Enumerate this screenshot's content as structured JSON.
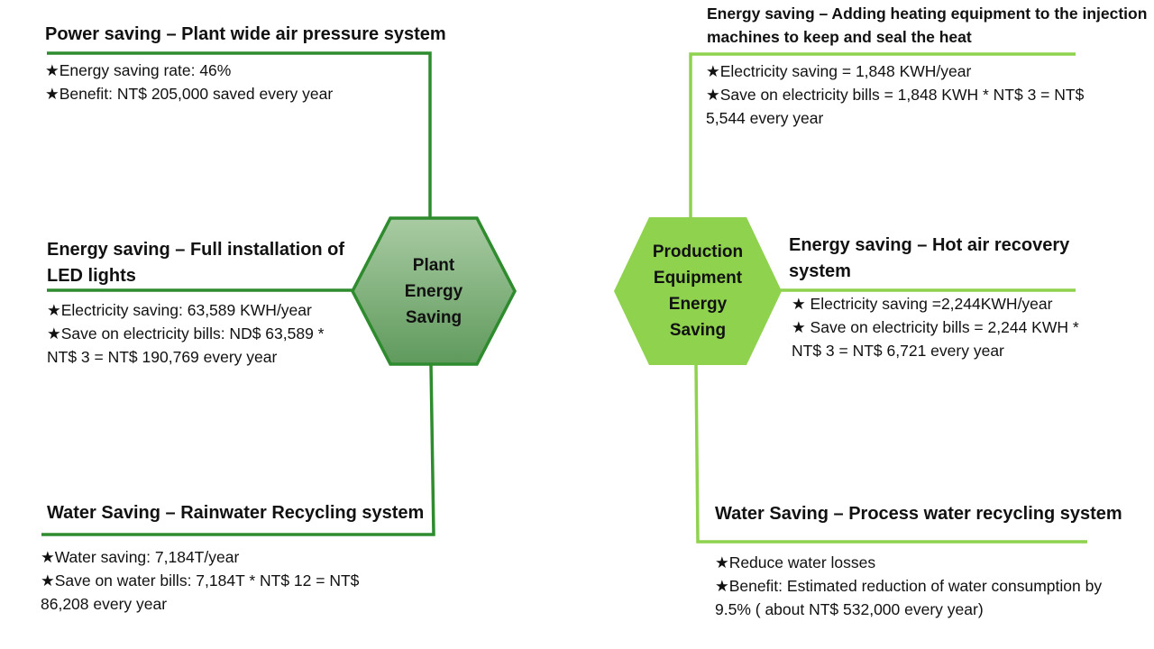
{
  "hubs": {
    "plant": {
      "label": "Plant\nEnergy\nSaving",
      "fill_top": "#a9cba3",
      "fill_bottom": "#5f9a5c",
      "stroke": "#2e8b2e"
    },
    "production": {
      "label": "Production\nEquipment\nEnergy\nSaving",
      "fill": "#8ed24e"
    }
  },
  "colors": {
    "dark_green": "#2e8b2e",
    "light_green": "#8ed24e"
  },
  "items": {
    "air_pressure": {
      "title": "Power saving – Plant wide air pressure system",
      "lines": [
        "★Energy saving rate: 46%",
        "★Benefit: NT$ 205,000 saved every year"
      ]
    },
    "led": {
      "title": "Energy saving – Full installation of LED lights",
      "lines": [
        "★Electricity saving: 63,589 KWH/year",
        "★Save on electricity bills: ND$ 63,589 * NT$ 3 = NT$ 190,769 every year"
      ]
    },
    "rainwater": {
      "title": "Water Saving – Rainwater Recycling system",
      "lines": [
        "★Water saving: 7,184T/year",
        "★Save on water bills: 7,184T * NT$ 12 = NT$ 86,208 every year"
      ]
    },
    "heating": {
      "title": "Energy saving – Adding heating equipment to the injection machines to keep and seal the heat",
      "lines": [
        "★Electricity saving = 1,848 KWH/year",
        "★Save on electricity bills = 1,848 KWH * NT$ 3 = NT$ 5,544 every year"
      ]
    },
    "hot_air": {
      "title": "Energy saving – Hot air recovery system",
      "lines": [
        "★ Electricity saving =2,244KWH/year",
        "★ Save on electricity bills  = 2,244 KWH * NT$ 3 = NT$ 6,721 every year"
      ]
    },
    "process_water": {
      "title": "Water Saving – Process water recycling system",
      "lines": [
        "★Reduce water losses",
        "★Benefit: Estimated reduction of water consumption by 9.5% ( about NT$ 532,000 every year)"
      ]
    }
  }
}
